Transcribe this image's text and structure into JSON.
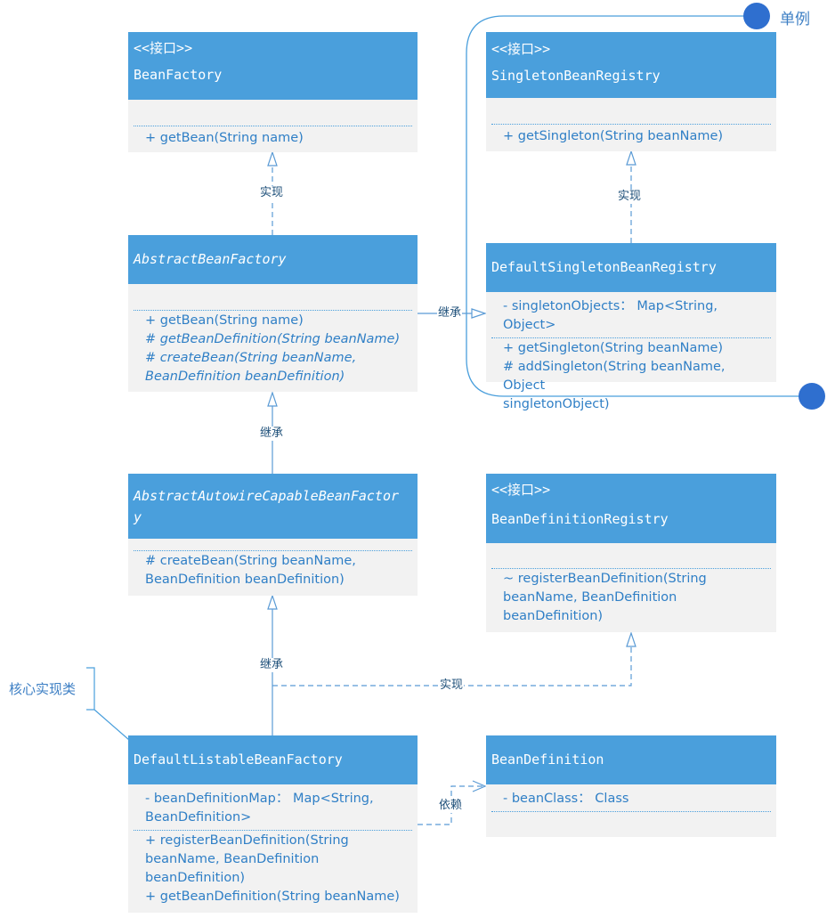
{
  "classes": {
    "bean_factory": {
      "stereotype": "<<接口>>",
      "name": "BeanFactory",
      "methods": [
        "+ getBean(String name)"
      ]
    },
    "abstract_bean_factory": {
      "name": "AbstractBeanFactory",
      "methods": [
        "+ getBean(String name)",
        "# getBeanDefinition(String beanName)",
        "# createBean(String beanName,",
        "BeanDefinition beanDefinition)"
      ]
    },
    "abstract_autowire": {
      "name_line1": "AbstractAutowireCapableBeanFactor",
      "name_line2": "y",
      "methods": [
        "# createBean(String beanName,",
        "BeanDefinition beanDefinition)"
      ]
    },
    "default_listable": {
      "name": "DefaultListableBeanFactory",
      "attributes": [
        "- beanDefinitionMap：  Map<String,",
        "BeanDefinition>"
      ],
      "methods": [
        "+ registerBeanDefinition(String",
        "beanName, BeanDefinition",
        "beanDefinition)",
        "+ getBeanDefinition(String beanName)"
      ]
    },
    "singleton_registry": {
      "stereotype": "<<接口>>",
      "name": "SingletonBeanRegistry",
      "methods": [
        "+ getSingleton(String beanName)"
      ]
    },
    "default_singleton": {
      "name": "DefaultSingletonBeanRegistry",
      "attributes": [
        "- singletonObjects：  Map<String, Object>"
      ],
      "methods": [
        "+ getSingleton(String beanName)",
        "# addSingleton(String beanName, Object",
        "singletonObject)"
      ]
    },
    "bean_definition_registry": {
      "stereotype": "<<接口>>",
      "name": "BeanDefinitionRegistry",
      "methods": [
        "~ registerBeanDefinition(String",
        "beanName, BeanDefinition",
        "beanDefinition)"
      ]
    },
    "bean_definition": {
      "name": "BeanDefinition",
      "attributes": [
        "- beanClass：  Class"
      ]
    }
  },
  "edge_labels": {
    "bf_impl": "实现",
    "abf_extends": "继承",
    "aacbf_extends": "继承",
    "dlbf_impl": "实现",
    "dlbf_depends": "依赖",
    "dsbr_impl": "实现",
    "abf_dsbr_extends": "继承"
  },
  "notes": {
    "singleton": "单例",
    "core": "核心实现类"
  },
  "colors": {
    "header": "#4a9fdc",
    "body": "#f2f2f2",
    "text": "#2f7fc6",
    "edge": "#5b9bd5",
    "dot": "#2f6fcf"
  }
}
